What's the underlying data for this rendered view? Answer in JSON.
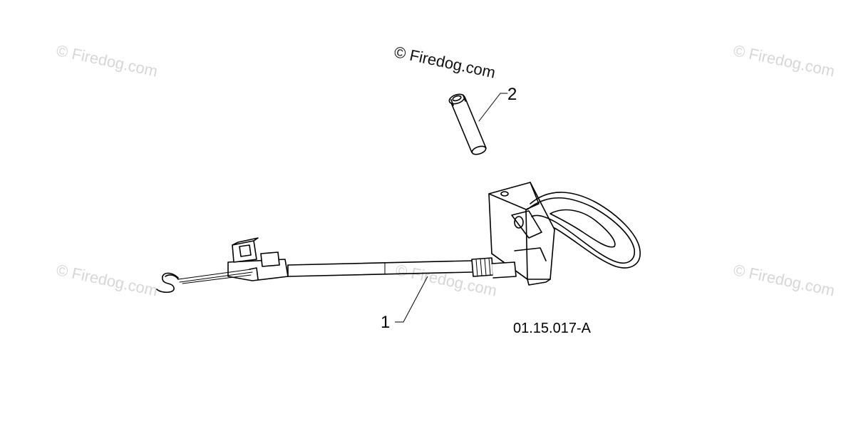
{
  "watermark_text": "© Firedog.com",
  "callouts": {
    "part_1": "1",
    "part_2": "2"
  },
  "figure_code": "01.15.017-A",
  "colors": {
    "line": "#000000",
    "watermark": "#d6d6d6",
    "background": "#ffffff"
  }
}
